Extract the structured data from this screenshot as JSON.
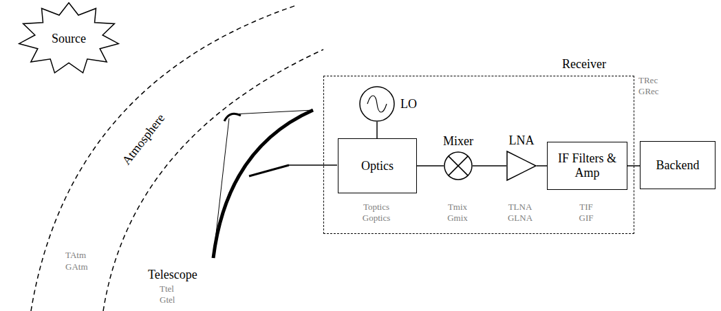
{
  "diagram": {
    "nodes": [
      {
        "text": [
          "Source"
        ]
      },
      {
        "text": [
          "Receiver"
        ]
      },
      {
        "text": [
          "LO"
        ],
        "in": 1
      },
      {
        "text": [
          "Optics"
        ],
        "in": 1
      },
      {
        "text": [
          "Mixer"
        ],
        "in": 1
      },
      {
        "text": [
          "LNA"
        ],
        "in": 1
      },
      {
        "text": [
          "IF Filters & Amp"
        ],
        "in": 1
      },
      {
        "text": [
          "Backend"
        ]
      }
    ],
    "edges": [
      {
        "from": 2,
        "to": 3,
        "arrow": "none"
      },
      {
        "from": 3,
        "to": 4,
        "arrow": "none"
      },
      {
        "from": 4,
        "to": 5,
        "arrow": "none"
      },
      {
        "from": 5,
        "to": 6,
        "arrow": "none"
      },
      {
        "from": 6,
        "to": 7,
        "arrow": "none"
      }
    ],
    "labels": [
      "Atmosphere",
      "TAtm",
      "GAtm",
      "Telescope",
      "Ttel",
      "Gtel",
      "Toptics",
      "Goptics",
      "Tmix",
      "Gmix",
      "TLNA",
      "GLNA",
      "TIF",
      "GIF",
      "TRec",
      "GRec"
    ]
  }
}
